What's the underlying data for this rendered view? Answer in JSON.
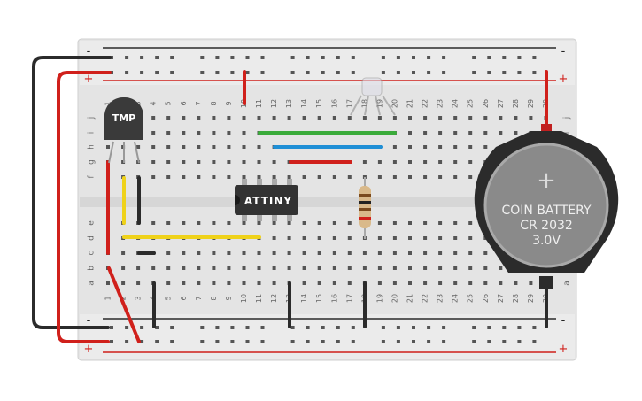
{
  "breadboard": {
    "rail_minus": "-",
    "rail_plus": "+",
    "column_numbers": [
      "1",
      "2",
      "3",
      "4",
      "5",
      "6",
      "7",
      "8",
      "9",
      "10",
      "11",
      "12",
      "13",
      "14",
      "15",
      "16",
      "17",
      "18",
      "19",
      "20",
      "21",
      "22",
      "23",
      "24",
      "25",
      "26",
      "27",
      "28",
      "29",
      "30"
    ],
    "row_letters_top": [
      "j",
      "i",
      "h",
      "g",
      "f"
    ],
    "row_letters_bottom": [
      "e",
      "d",
      "c",
      "b",
      "a"
    ]
  },
  "components": {
    "temp_sensor_label": "TMP",
    "mcu_label": "ATTINY",
    "battery_line1": "COIN BATTERY",
    "battery_line2": "CR 2032",
    "battery_line3": "3.0V",
    "battery_plus": "+"
  },
  "colors": {
    "board": "#e6e6e6",
    "red": "#d0201b",
    "black": "#2b2b2b",
    "yellow": "#efd21a",
    "green": "#3aab3a",
    "blue": "#1f8fd6",
    "chip": "#333333"
  }
}
